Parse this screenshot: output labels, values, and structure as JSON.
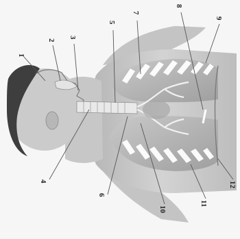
{
  "figure": {
    "labels": [
      "1",
      "2",
      "3",
      "4",
      "5",
      "6",
      "7",
      "8",
      "9",
      "10",
      "11",
      "12"
    ]
  },
  "colors": {
    "background": "#f6f6f6",
    "skin": "#cfcfcf",
    "skin_shadow": "#a9a9a9",
    "hair": "#3a3a3a",
    "lung": "#bdbdbd",
    "rib": "#ffffff",
    "airway": "#e8e8e8"
  }
}
